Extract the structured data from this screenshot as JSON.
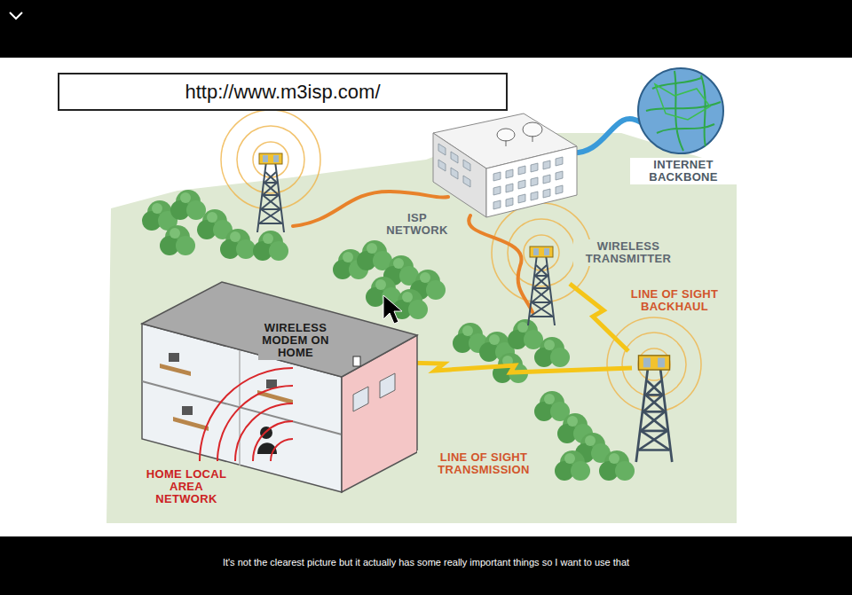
{
  "diagram": {
    "caption": "It's not the clearest picture but it actually has some really important things so I want to use that",
    "nodes": [
      {
        "text": [
          "http://www.m3isp.com/"
        ]
      }
    ],
    "labels": [
      "INTERNET BACKBONE",
      "ISP NETWORK",
      "WIRELESS TRANSMITTER",
      "LINE OF SIGHT BACKHAUL",
      "WIRELESS MODEM ON HOME",
      "LINE OF SIGHT TRANSMISSION",
      "HOME LOCAL AREA NETWORK"
    ]
  }
}
